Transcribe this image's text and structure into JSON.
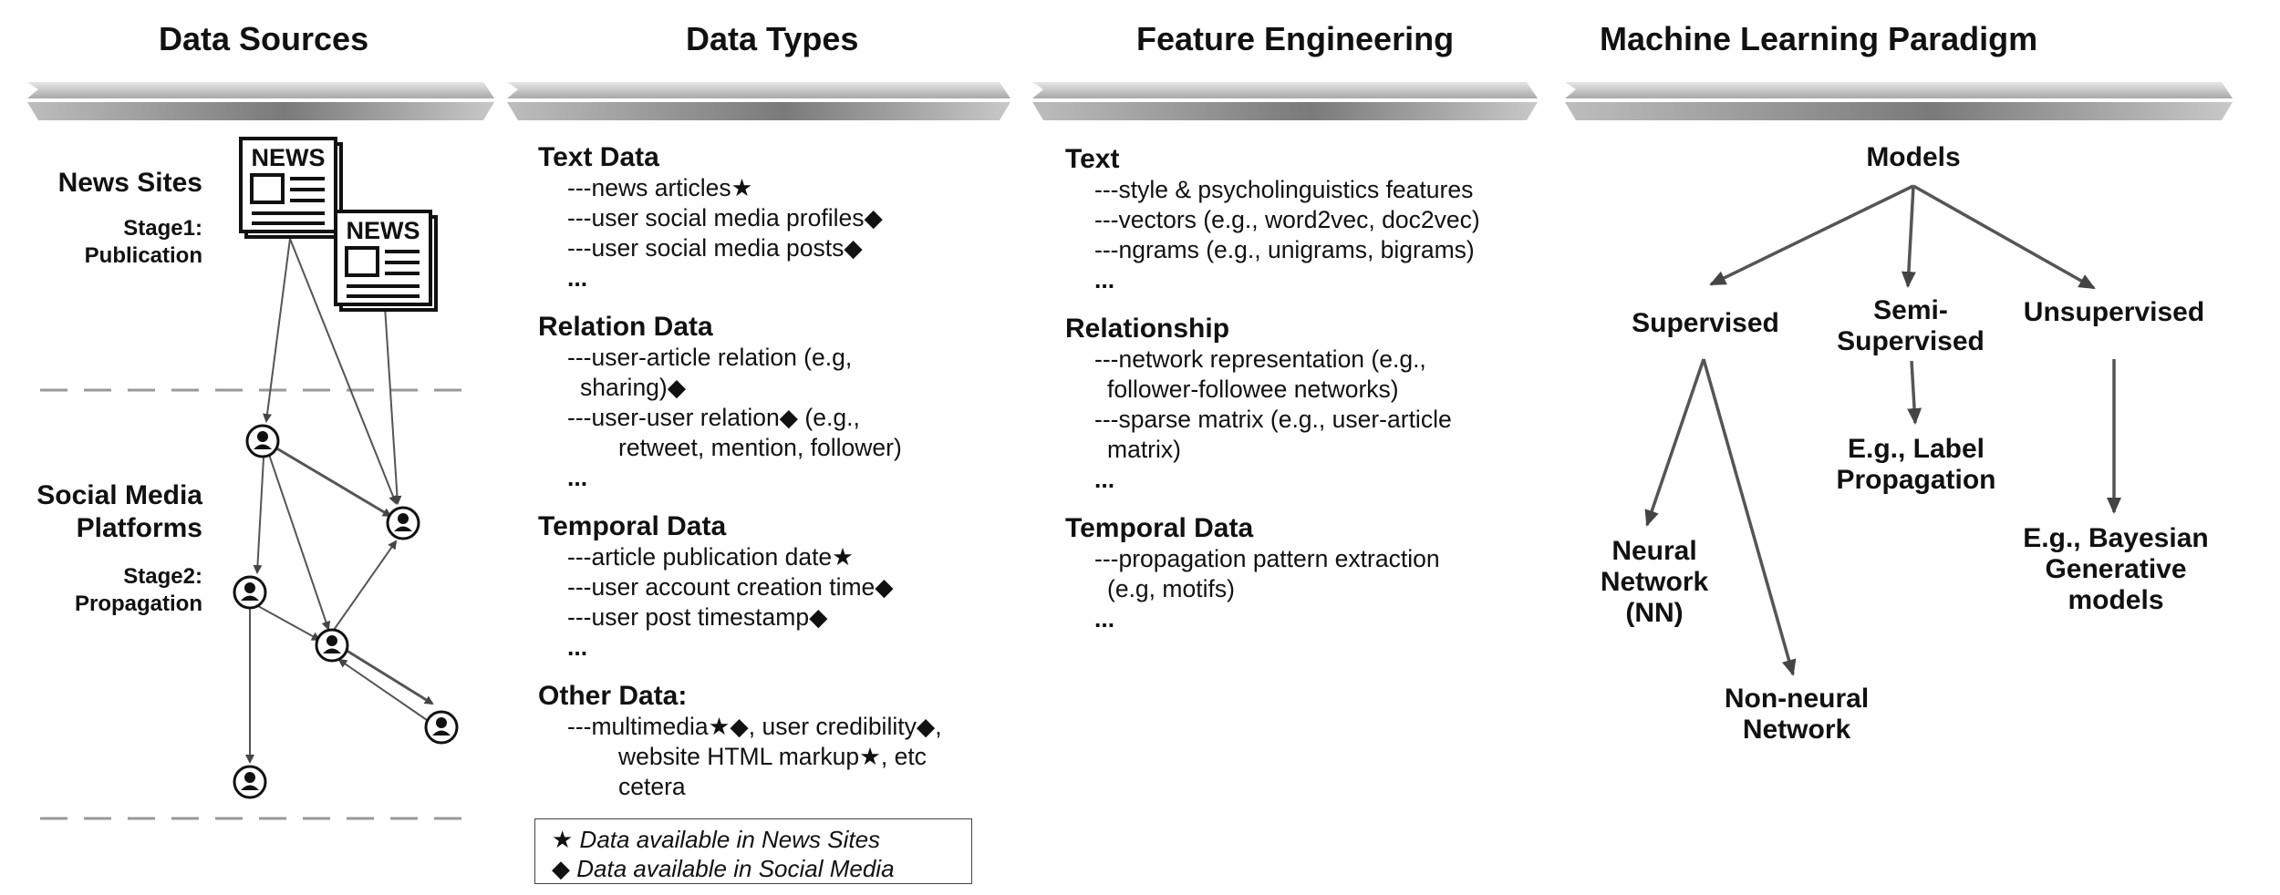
{
  "columns": {
    "data_sources": "Data Sources",
    "data_types": "Data Types",
    "feature_engineering": "Feature Engineering",
    "ml_paradigm": "Machine Learning Paradigm"
  },
  "data_sources": {
    "news_sites": "News Sites",
    "stage1_line1": "Stage1:",
    "stage1_line2": "Publication",
    "social_line1": "Social Media",
    "social_line2": "Platforms",
    "stage2_line1": "Stage2:",
    "stage2_line2": "Propagation",
    "newspaper_label": "NEWS"
  },
  "data_types": {
    "text_title": "Text Data",
    "text_items": [
      "---news articles★",
      "---user social media profiles◆",
      "---user social media posts◆",
      "..."
    ],
    "relation_title": "Relation Data",
    "relation_items": [
      "---user-article relation (e.g,",
      "sharing)◆",
      "---user-user relation◆ (e.g.,",
      "retweet, mention, follower)",
      "..."
    ],
    "temporal_title": "Temporal Data",
    "temporal_items": [
      "---article publication date★",
      "---user account creation time◆",
      "---user post timestamp◆",
      "..."
    ],
    "other_title": "Other Data:",
    "other_items": [
      "---multimedia★◆, user credibility◆,",
      "website HTML markup★, etc",
      "cetera"
    ]
  },
  "legend": {
    "star_symbol": "★",
    "star_text": "Data available in News Sites",
    "diamond_symbol": "◆",
    "diamond_text": "Data available in Social Media"
  },
  "feature_engineering": {
    "text_title": "Text",
    "text_items": [
      "---style & psycholinguistics features",
      "---vectors (e.g., word2vec, doc2vec)",
      "---ngrams (e.g., unigrams, bigrams)",
      "..."
    ],
    "relationship_title": "Relationship",
    "relationship_items": [
      "---network representation (e.g.,",
      "follower-followee networks)",
      "---sparse matrix (e.g., user-article",
      "matrix)",
      "..."
    ],
    "temporal_title": "Temporal Data",
    "temporal_items": [
      "---propagation pattern extraction",
      "(e.g, motifs)",
      "..."
    ]
  },
  "ml": {
    "models": "Models",
    "supervised": "Supervised",
    "semi_line1": "Semi-",
    "semi_line2": "Supervised",
    "unsupervised": "Unsupervised",
    "label_prop_line1": "E.g., Label",
    "label_prop_line2": "Propagation",
    "nn_line1": "Neural",
    "nn_line2": "Network",
    "nn_line3": "(NN)",
    "nonneural_line1": "Non-neural",
    "nonneural_line2": "Network",
    "bayes_line1": "E.g., Bayesian",
    "bayes_line2": "Generative",
    "bayes_line3": "models"
  }
}
